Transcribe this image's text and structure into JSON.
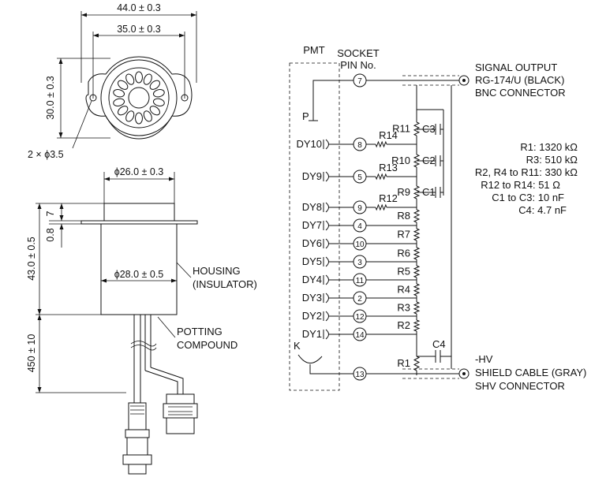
{
  "mechanical": {
    "dim_width_outer": "44.0 ± 0.3",
    "dim_width_inner": "35.0 ± 0.3",
    "dim_height_flange": "30.0 ± 0.3",
    "dim_holes": "2 × ϕ3.5",
    "dim_top_dia": "ϕ26.0 ± 0.3",
    "dim_7": "7",
    "dim_08": "0.8",
    "dim_body_height": "43.0 ± 0.5",
    "dim_body_dia": "ϕ28.0 ± 0.5",
    "dim_cable": "450 ± 10",
    "housing_label_1": "HOUSING",
    "housing_label_2": "(INSULATOR)",
    "potting_label_1": "POTTING",
    "potting_label_2": "COMPOUND"
  },
  "schematic": {
    "pmt_label": "PMT",
    "socket_label_1": "SOCKET",
    "socket_label_2": "PIN No.",
    "signal_output_1": "SIGNAL OUTPUT",
    "signal_output_2": "RG-174/U (BLACK)",
    "signal_output_3": "BNC CONNECTOR",
    "hv_1": "-HV",
    "hv_2": "SHIELD CABLE (GRAY)",
    "hv_3": "SHV CONNECTOR",
    "anode_label": "P",
    "cathode_label": "K",
    "dynodes": [
      {
        "name": "DY10",
        "pin": "8"
      },
      {
        "name": "DY9",
        "pin": "5"
      },
      {
        "name": "DY8",
        "pin": "9"
      },
      {
        "name": "DY7",
        "pin": "4"
      },
      {
        "name": "DY6",
        "pin": "10"
      },
      {
        "name": "DY5",
        "pin": "3"
      },
      {
        "name": "DY4",
        "pin": "11"
      },
      {
        "name": "DY3",
        "pin": "2"
      },
      {
        "name": "DY2",
        "pin": "12"
      },
      {
        "name": "DY1",
        "pin": "14"
      }
    ],
    "anode_pin": "7",
    "cathode_pin": "13",
    "resistors": [
      "R1",
      "R2",
      "R3",
      "R4",
      "R5",
      "R6",
      "R7",
      "R8",
      "R9",
      "R10",
      "R11",
      "R12",
      "R13",
      "R14"
    ],
    "capacitors": [
      "C1",
      "C2",
      "C3",
      "C4"
    ],
    "values": [
      "R1: 1320 kΩ",
      "R3: 510 kΩ",
      "R2, R4 to R11: 330 kΩ",
      "R12 to R14: 51 Ω",
      "C1 to C3: 10 nF",
      "C4: 4.7 nF"
    ]
  }
}
